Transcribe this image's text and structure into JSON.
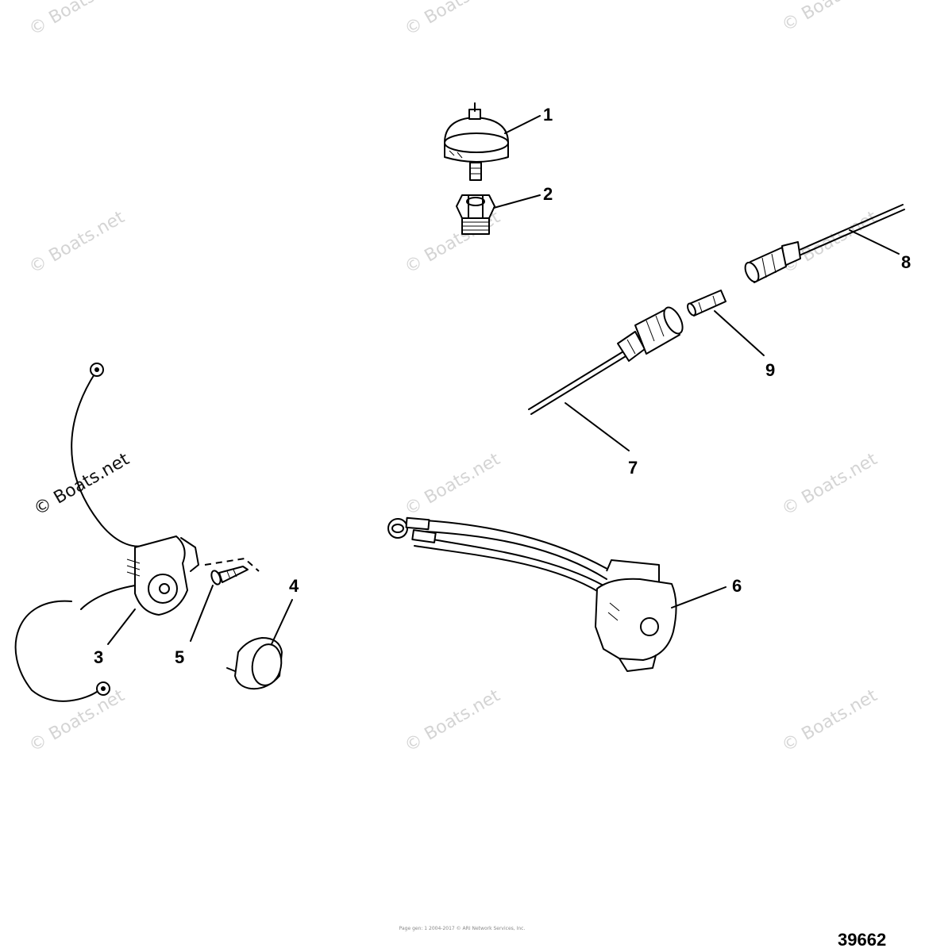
{
  "watermark": {
    "text": "© Boats.net"
  },
  "callouts": {
    "c1": "1",
    "c2": "2",
    "c3": "3",
    "c4": "4",
    "c5": "5",
    "c6": "6",
    "c7": "7",
    "c8": "8",
    "c9": "9"
  },
  "footer": {
    "line1": "Page gen: 1 2004-2017 © ARI Network Services, Inc."
  },
  "diagram_number": "39662"
}
